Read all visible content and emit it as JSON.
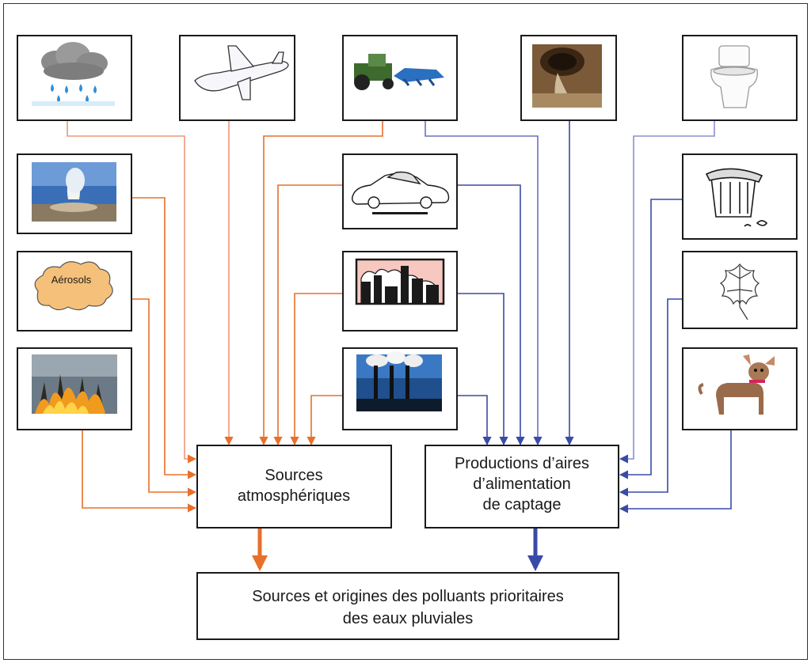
{
  "nodes": {
    "atmospheric": {
      "lines": [
        "Sources",
        "atmosphériques"
      ]
    },
    "catchment": {
      "lines": [
        "Productions d’aires",
        "d’alimentation",
        "de captage"
      ]
    },
    "final": {
      "lines": [
        "Sources et origines des polluants prioritaires",
        "des eaux pluviales"
      ]
    }
  },
  "pictures": {
    "aerosols_cloud_label": "Aérosols",
    "left_column": [
      "rain-cloud-icon",
      "geyser-photo",
      "aerosols-cloud-icon",
      "forest-fire-photo"
    ],
    "top_row": [
      "airplane-icon",
      "tractor-plough-photo",
      "sewer-outflow-photo",
      "toilet-icon"
    ],
    "center_column": [
      "classic-car-icon",
      "city-skyline-icon",
      "power-plant-photo"
    ],
    "right_column": [
      "trash-can-icon",
      "leaf-icon",
      "chihuahua-dog-icon"
    ]
  },
  "colors": {
    "atmospheric_arrow": "#e8702a",
    "atmospheric_arrow_light": "#f0957a",
    "catchment_arrow": "#3a4aa8",
    "catchment_arrow_light": "#8a8fd0",
    "box_border": "#1a1a1a"
  }
}
